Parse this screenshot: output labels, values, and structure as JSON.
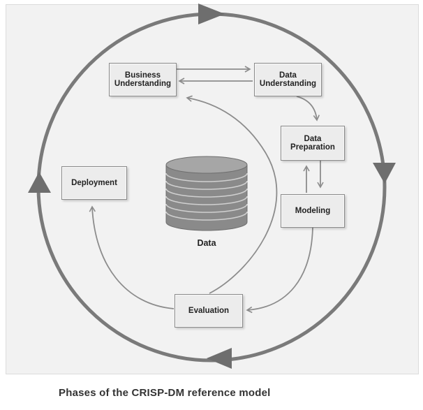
{
  "diagram": {
    "phases": {
      "business_understanding": "Business\nUnderstanding",
      "data_understanding": "Data\nUnderstanding",
      "data_preparation": "Data\nPreparation",
      "modeling": "Modeling",
      "evaluation": "Evaluation",
      "deployment": "Deployment"
    },
    "data_store_label": "Data"
  },
  "caption": "Phases of the CRISP-DM reference model",
  "colors": {
    "cycle": "#7a7a7a",
    "flow": "#8c8c8c",
    "box_fill": "#ececec",
    "box_border": "#8a8a8a",
    "frame_bg": "#f2f2f2"
  }
}
